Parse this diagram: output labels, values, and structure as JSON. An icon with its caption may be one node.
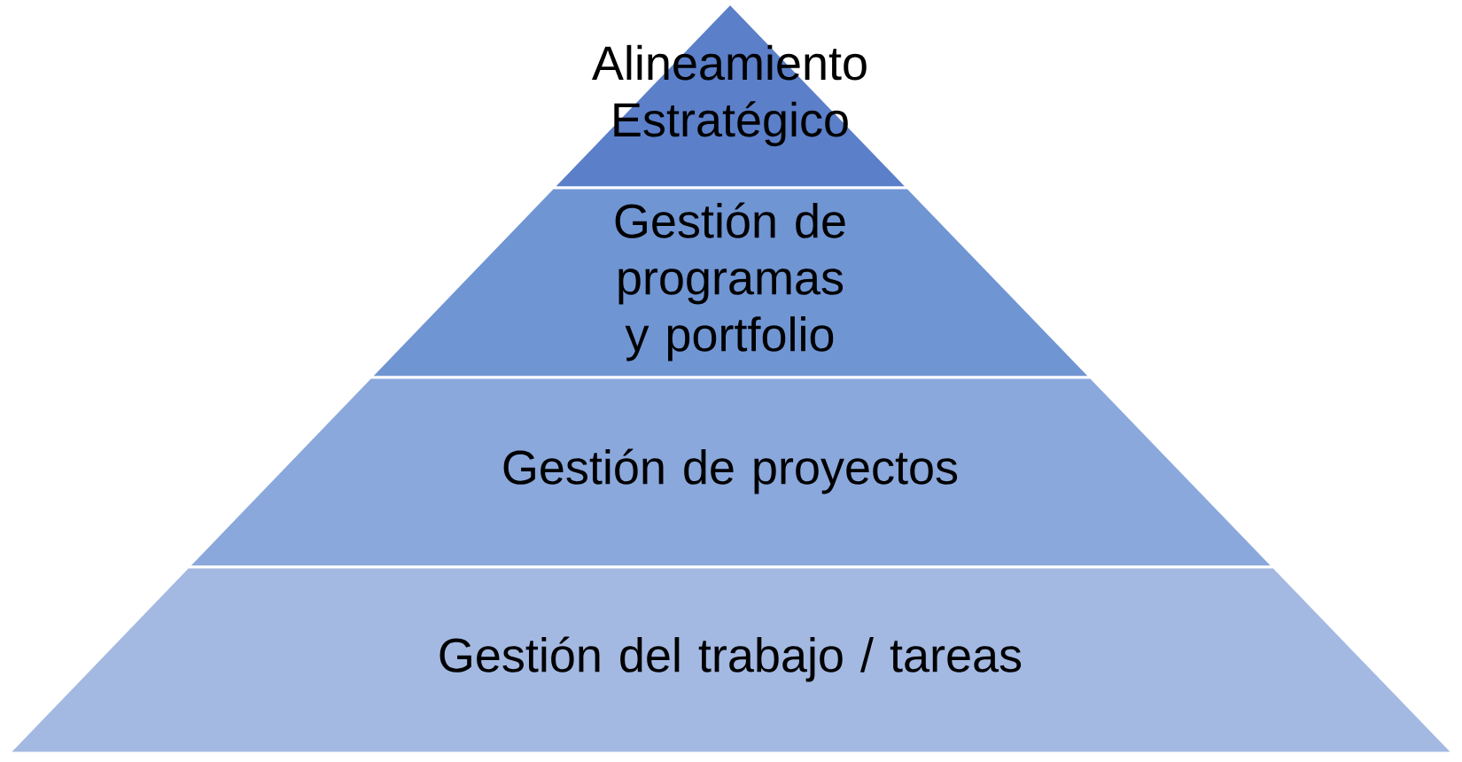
{
  "diagram": {
    "nodes": [
      {
        "text": [
          "Alineamiento Estratégico"
        ]
      },
      {
        "text": [
          "Gestión de programas y portfolio"
        ]
      },
      {
        "text": [
          "Gestión de proyectos"
        ]
      },
      {
        "text": [
          "Gestión del trabajo / tareas"
        ]
      }
    ]
  }
}
